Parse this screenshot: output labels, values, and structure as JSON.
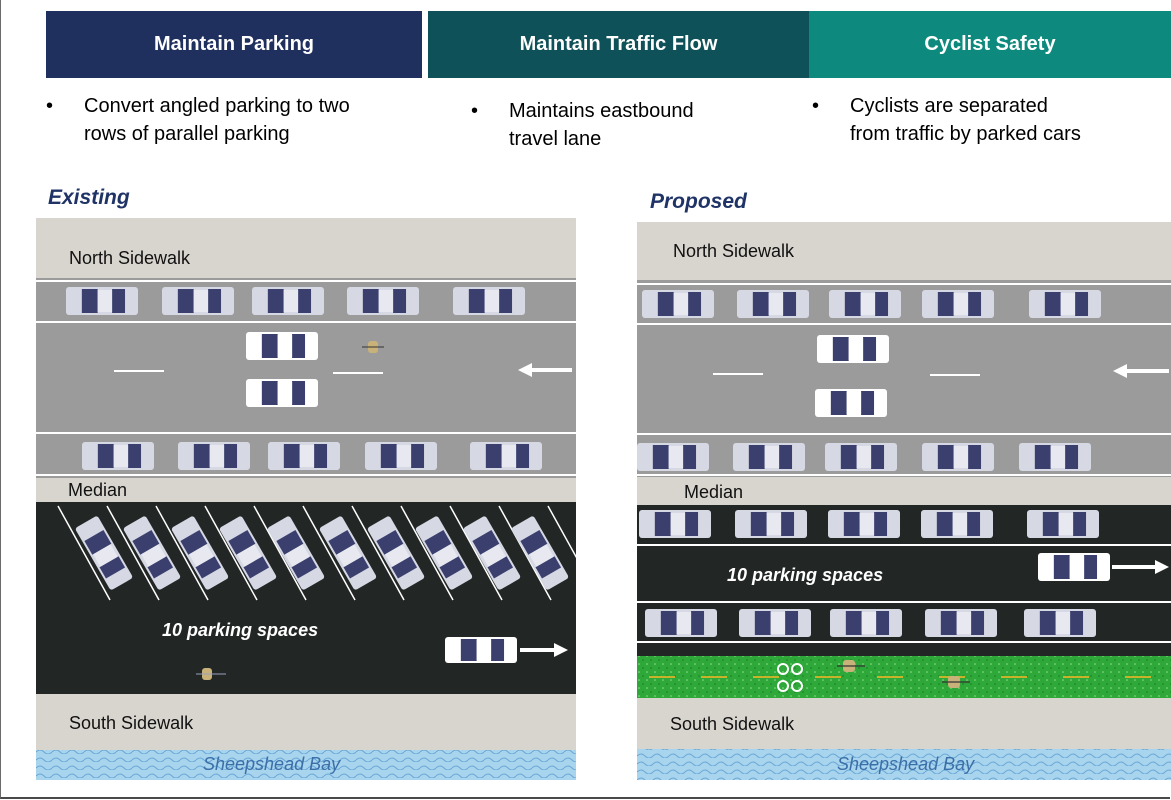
{
  "headers": {
    "parking": "Maintain Parking",
    "traffic": "Maintain Traffic Flow",
    "cyclist": "Cyclist Safety"
  },
  "bullets": {
    "parking": [
      "Convert angled parking to two",
      "rows of parallel parking"
    ],
    "traffic": [
      "Maintains eastbound",
      "travel lane"
    ],
    "cyclist": [
      "Cyclists are separated",
      "from traffic by parked cars"
    ],
    "marker": "•"
  },
  "existing": {
    "title": "Existing",
    "north_sidewalk": "North Sidewalk",
    "median": "Median",
    "parking_spaces": "10 parking spaces",
    "south_sidewalk": "South Sidewalk",
    "bay": "Sheepshead Bay"
  },
  "proposed": {
    "title": "Proposed",
    "north_sidewalk": "North Sidewalk",
    "median": "Median",
    "parking_spaces": "10 parking spaces",
    "south_sidewalk": "South Sidewalk",
    "bay": "Sheepshead Bay"
  },
  "colors": {
    "header_parking": "#1f2f5e",
    "header_traffic": "#0f5158",
    "header_cyclist": "#0d8a7d",
    "sidewalk": "#d8d4ce",
    "roadway": "#9b9b9b",
    "parking_lot": "#222624",
    "bike_lane": "#2fa83a",
    "water": "#a9d4ee",
    "section_title": "#1f3366"
  }
}
